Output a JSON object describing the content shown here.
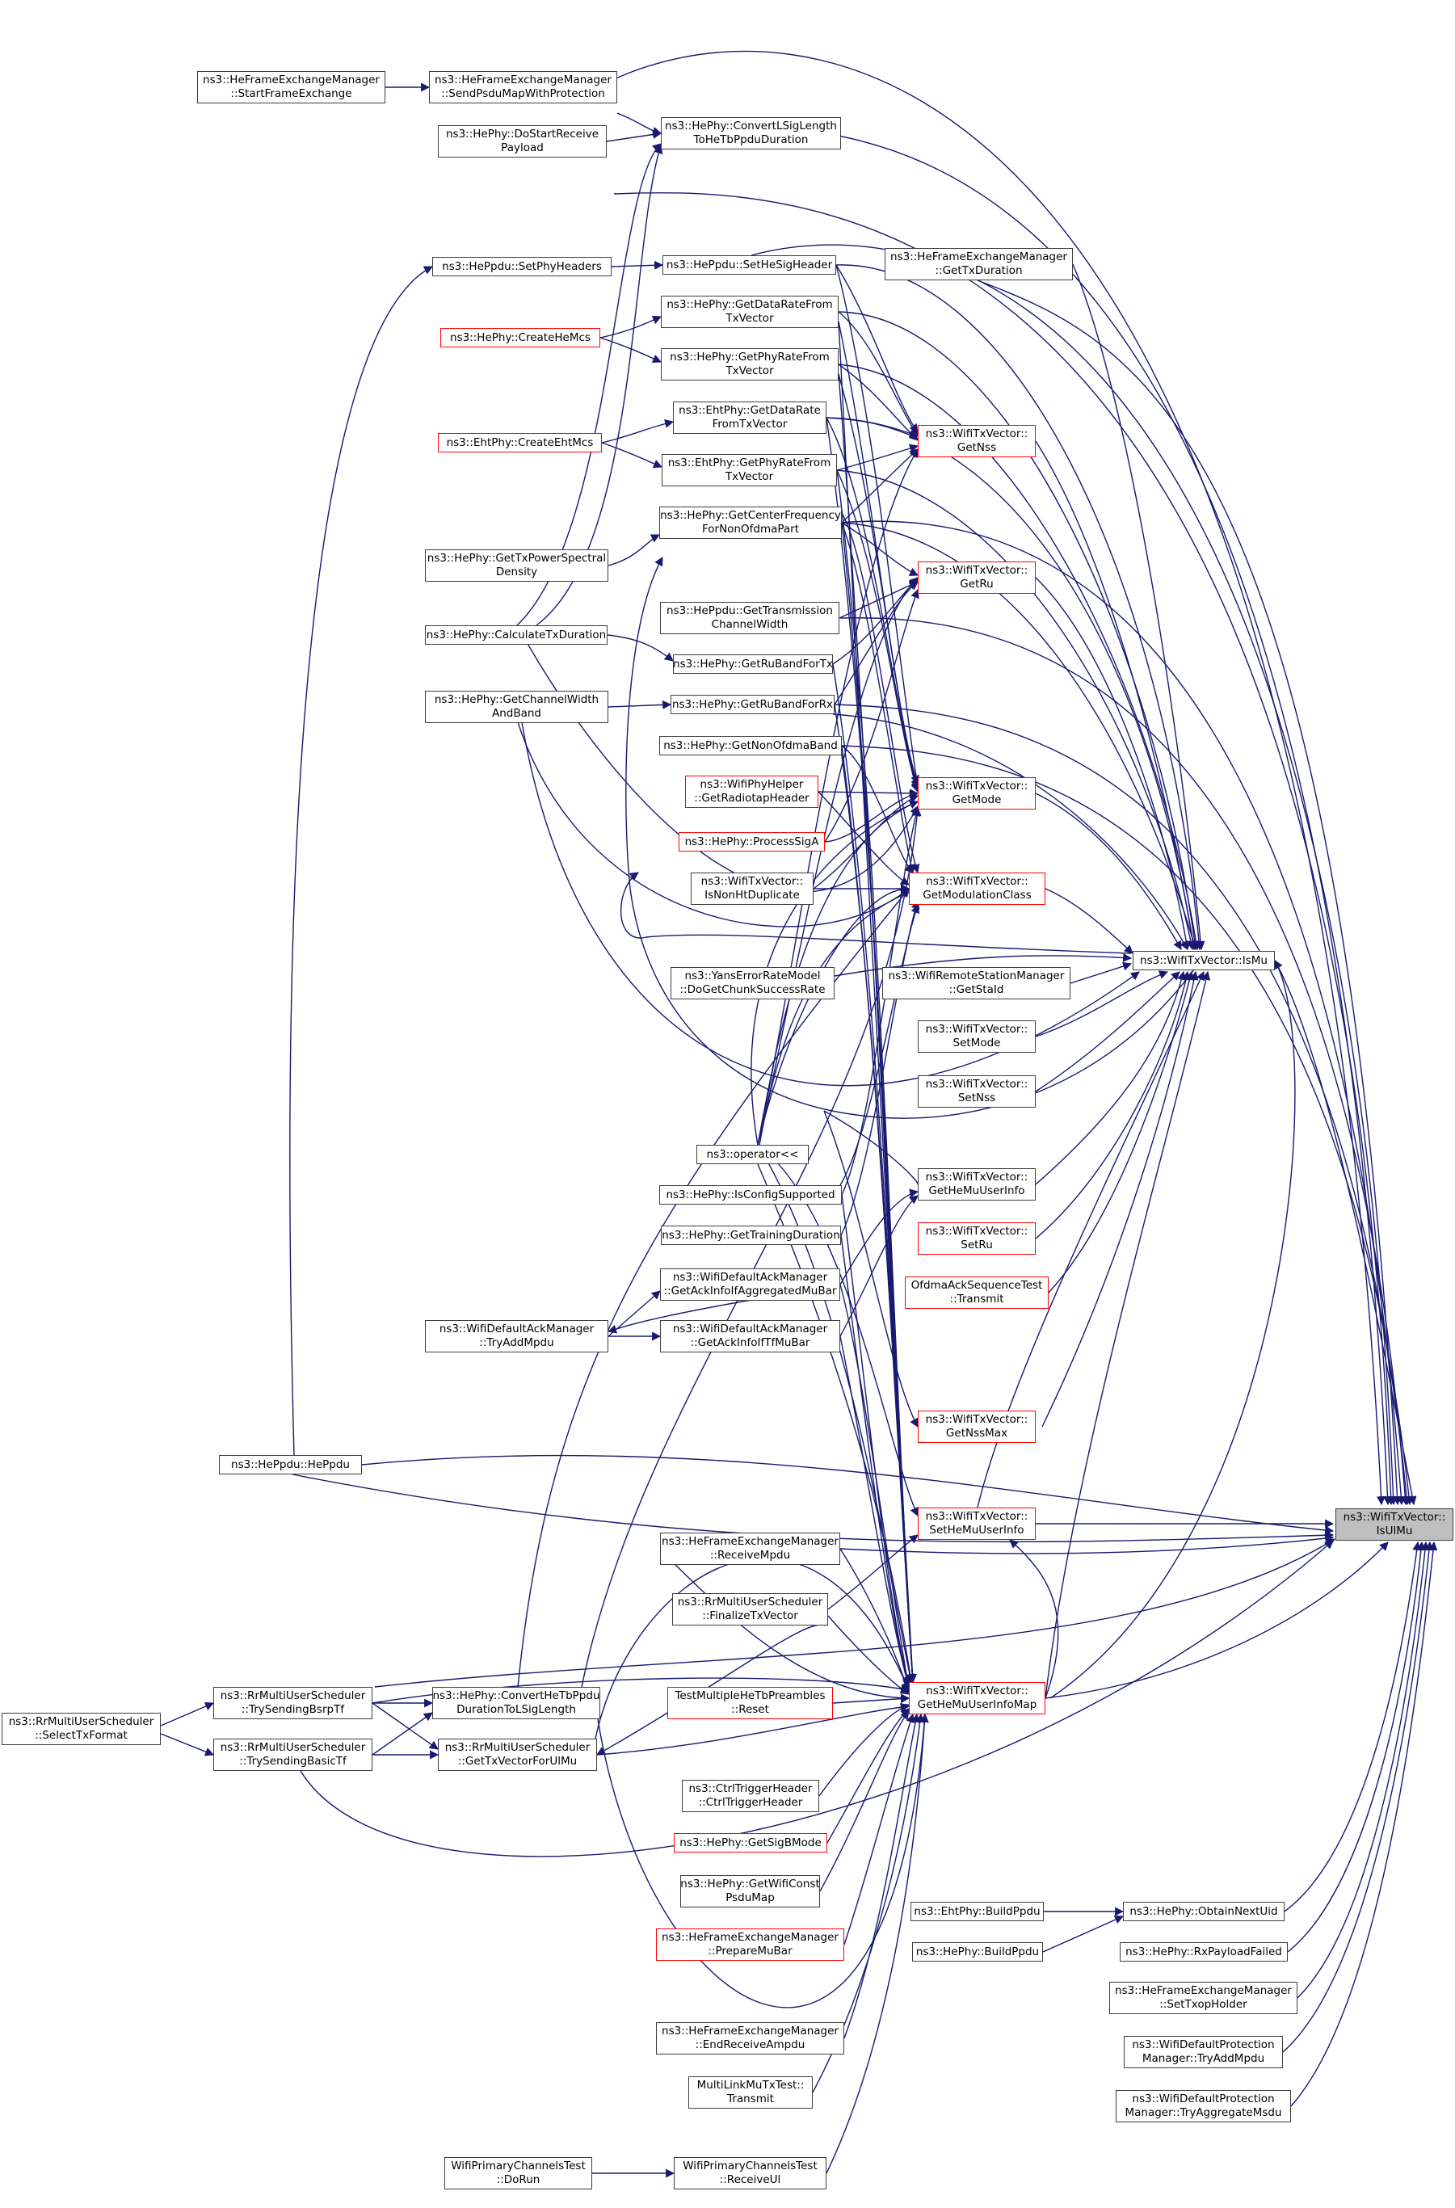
{
  "colors": {
    "edge": "#191970",
    "node_border": "#3d3d3d",
    "red_border": "#ff0000",
    "root_fill": "#bfbfbf"
  },
  "nodes": {
    "he_start_fe": [
      "ns3::HeFrameExchangeManager",
      "::StartFrameExchange"
    ],
    "he_send_psdu": [
      "ns3::HeFrameExchangeManager",
      "::SendPsduMapWithProtection"
    ],
    "he_do_start": [
      "ns3::HePhy::DoStartReceive",
      "Payload"
    ],
    "he_conv_lsig": [
      "ns3::HePhy::ConvertLSigLength",
      "ToHeTbPpduDuration"
    ],
    "heppdu_setphy": [
      "ns3::HePpdu::SetPhyHeaders"
    ],
    "heppdu_setsig": [
      "ns3::HePpdu::SetHeSigHeader"
    ],
    "hefem_gettx": [
      "ns3::HeFrameExchangeManager",
      "::GetTxDuration"
    ],
    "he_getdatarate": [
      "ns3::HePhy::GetDataRateFrom",
      "TxVector"
    ],
    "he_createhemcs": [
      "ns3::HePhy::CreateHeMcs"
    ],
    "he_getphyrate": [
      "ns3::HePhy::GetPhyRateFrom",
      "TxVector"
    ],
    "eht_getdatarate": [
      "ns3::EhtPhy::GetDataRate",
      "FromTxVector"
    ],
    "eht_createmcs": [
      "ns3::EhtPhy::CreateEhtMcs"
    ],
    "eht_getphyrate": [
      "ns3::EhtPhy::GetPhyRateFrom",
      "TxVector"
    ],
    "wtv_getnss": [
      "ns3::WifiTxVector::",
      "GetNss"
    ],
    "he_getcenterfreq": [
      "ns3::HePhy::GetCenterFrequency",
      "ForNonOfdmaPart"
    ],
    "he_gettxpsd": [
      "ns3::HePhy::GetTxPowerSpectral",
      "Density"
    ],
    "wtv_getru": [
      "ns3::WifiTxVector::",
      "GetRu"
    ],
    "heppdu_gettxcw": [
      "ns3::HePpdu::GetTransmission",
      "ChannelWidth"
    ],
    "he_calctxdur": [
      "ns3::HePhy::CalculateTxDuration"
    ],
    "he_getrubandtx": [
      "ns3::HePhy::GetRuBandForTx"
    ],
    "he_getcwband": [
      "ns3::HePhy::GetChannelWidth",
      "AndBand"
    ],
    "he_getrubandrx": [
      "ns3::HePhy::GetRuBandForRx"
    ],
    "he_getnonofdma": [
      "ns3::HePhy::GetNonOfdmaBand"
    ],
    "wph_getradiotap": [
      "ns3::WifiPhyHelper",
      "::GetRadiotapHeader"
    ],
    "wtv_getmode": [
      "ns3::WifiTxVector::",
      "GetMode"
    ],
    "he_processsiga": [
      "ns3::HePhy::ProcessSigA"
    ],
    "wtv_isnonht": [
      "ns3::WifiTxVector::",
      "IsNonHtDuplicate"
    ],
    "wtv_getmodclass": [
      "ns3::WifiTxVector::",
      "GetModulationClass"
    ],
    "yans_dochunk": [
      "ns3::YansErrorRateModel",
      "::DoGetChunkSuccessRate"
    ],
    "wrsm_getstaid": [
      "ns3::WifiRemoteStationManager",
      "::GetStaId"
    ],
    "wtv_ismu": [
      "ns3::WifiTxVector::IsMu"
    ],
    "wtv_setmode": [
      "ns3::WifiTxVector::",
      "SetMode"
    ],
    "wtv_setnss": [
      "ns3::WifiTxVector::",
      "SetNss"
    ],
    "ns3_operator": [
      "ns3::operator<<"
    ],
    "wtv_gethemuuserinfo": [
      "ns3::WifiTxVector::",
      "GetHeMuUserInfo"
    ],
    "he_isconfig": [
      "ns3::HePhy::IsConfigSupported"
    ],
    "wtv_setru": [
      "ns3::WifiTxVector::",
      "SetRu"
    ],
    "he_gettraining": [
      "ns3::HePhy::GetTrainingDuration"
    ],
    "ofdma_transmit": [
      "OfdmaAckSequenceTest",
      "::Transmit"
    ],
    "wdam_getackinfoagg": [
      "ns3::WifiDefaultAckManager",
      "::GetAckInfoIfAggregatedMuBar"
    ],
    "wdam_tryaddmpdu": [
      "ns3::WifiDefaultAckManager",
      "::TryAddMpdu"
    ],
    "wdam_getackinfotf": [
      "ns3::WifiDefaultAckManager",
      "::GetAckInfoIfTfMuBar"
    ],
    "wtv_getnssmax": [
      "ns3::WifiTxVector::",
      "GetNssMax"
    ],
    "heppdu_heppdu": [
      "ns3::HePpdu::HePpdu"
    ],
    "wtv_isulmu": [
      "ns3::WifiTxVector::",
      "IsUlMu"
    ],
    "hefem_receivempdu": [
      "ns3::HeFrameExchangeManager",
      "::ReceiveMpdu"
    ],
    "wtv_sethemuuserinfo": [
      "ns3::WifiTxVector::",
      "SetHeMuUserInfo"
    ],
    "rr_finalize": [
      "ns3::RrMultiUserScheduler",
      "::FinalizeTxVector"
    ],
    "rr_trybsrp": [
      "ns3::RrMultiUserScheduler",
      "::TrySendingBsrpTf"
    ],
    "he_convhetb": [
      "ns3::HePhy::ConvertHeTbPpdu",
      "DurationToLSigLength"
    ],
    "testmulti_reset": [
      "TestMultipleHeTbPreambles",
      "::Reset"
    ],
    "wtv_gethemuuserinfomap": [
      "ns3::WifiTxVector::",
      "GetHeMuUserInfoMap"
    ],
    "rr_selecttx": [
      "ns3::RrMultiUserScheduler",
      "::SelectTxFormat"
    ],
    "rr_trybasic": [
      "ns3::RrMultiUserScheduler",
      "::TrySendingBasicTf"
    ],
    "rr_gettxvecul": [
      "ns3::RrMultiUserScheduler",
      "::GetTxVectorForUlMu"
    ],
    "ctrltrig": [
      "ns3::CtrlTriggerHeader",
      "::CtrlTriggerHeader"
    ],
    "he_getsigb": [
      "ns3::HePhy::GetSigBMode"
    ],
    "he_getwificonst": [
      "ns3::HePhy::GetWifiConst",
      "PsduMap"
    ],
    "eht_buildppdu": [
      "ns3::EhtPhy::BuildPpdu"
    ],
    "he_obtainnextuid": [
      "ns3::HePhy::ObtainNextUid"
    ],
    "he_buildppdu": [
      "ns3::HePhy::BuildPpdu"
    ],
    "he_rxpayloadfailed": [
      "ns3::HePhy::RxPayloadFailed"
    ],
    "hefem_preparemubar": [
      "ns3::HeFrameExchangeManager",
      "::PrepareMuBar"
    ],
    "hefem_settxop": [
      "ns3::HeFrameExchangeManager",
      "::SetTxopHolder"
    ],
    "wdpm_tryaddmpdu": [
      "ns3::WifiDefaultProtection",
      "Manager::TryAddMpdu"
    ],
    "hefem_endreceive": [
      "ns3::HeFrameExchangeManager",
      "::EndReceiveAmpdu"
    ],
    "mltest_transmit": [
      "MultiLinkMuTxTest::",
      "Transmit"
    ],
    "wdpm_tryaggmsdu": [
      "ns3::WifiDefaultProtection",
      "Manager::TryAggregateMsdu"
    ],
    "wpct_dorun": [
      "WifiPrimaryChannelsTest",
      "::DoRun"
    ],
    "wpct_receiveul": [
      "WifiPrimaryChannelsTest",
      "::ReceiveUl"
    ]
  }
}
